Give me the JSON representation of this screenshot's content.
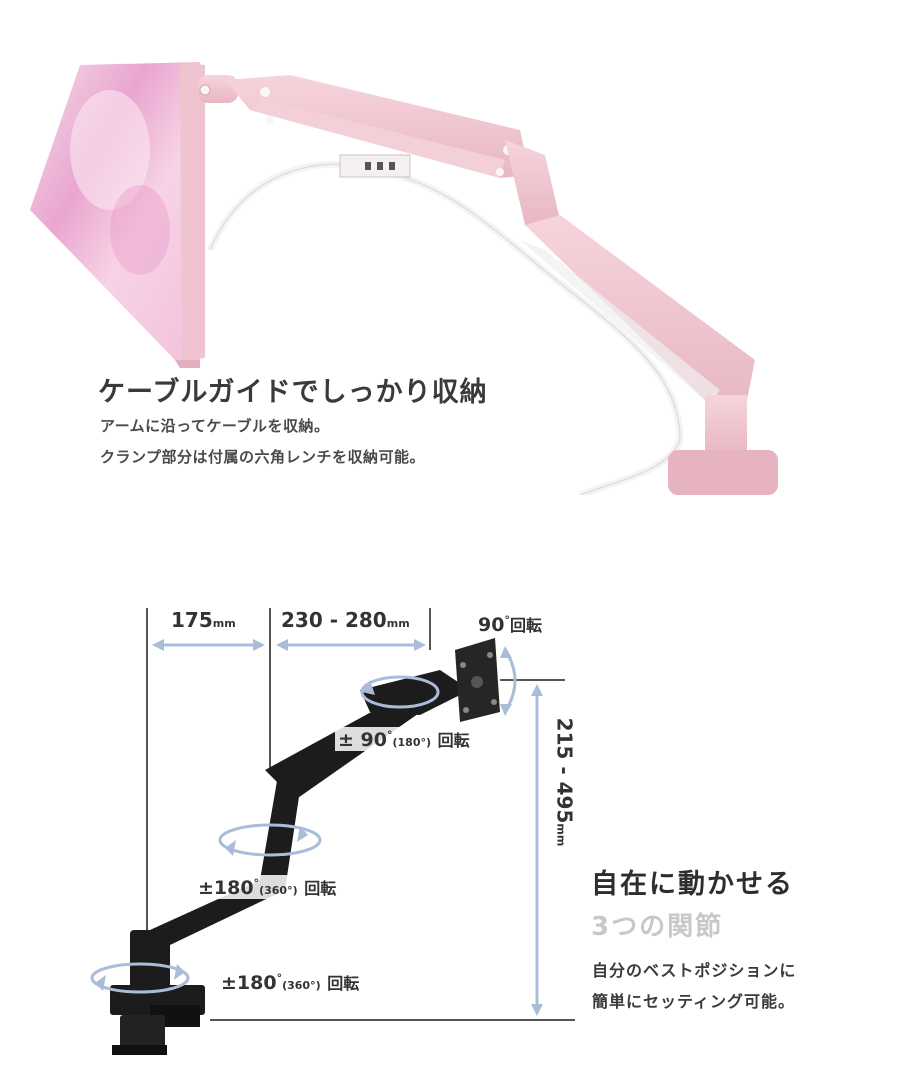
{
  "guide": {
    "title": "ケーブルガイドでしっかり収納",
    "line1": "アームに沿ってケーブルを収納。",
    "line2": "クランプ部分は付属の六角レンチを収納可能。"
  },
  "dimensions": {
    "width1_value": "175",
    "width2_value": "230 - 280",
    "unit": "mm",
    "height_value": "215 - 495"
  },
  "rotations": {
    "monitor": {
      "value": "90",
      "deg": "°",
      "label": "回転"
    },
    "upper_joint": {
      "value": "± 90",
      "deg": "°",
      "sub": "(180°)",
      "label": "回転"
    },
    "middle_joint": {
      "value": "±180",
      "deg": "°",
      "sub": "(360°)",
      "label": "回転"
    },
    "base_joint": {
      "value": "±180",
      "deg": "°",
      "sub": "(360°)",
      "label": "回転"
    }
  },
  "features": {
    "title": "自在に動かせる",
    "subtitle": "3つの関節",
    "line1": "自分のベストポジションに",
    "line2": "簡単にセッティング可能。"
  },
  "colors": {
    "arm_pink": "#f0c8d2",
    "arm_black": "#1c1c1c",
    "guide_line_blue": "#a9bcd8"
  }
}
